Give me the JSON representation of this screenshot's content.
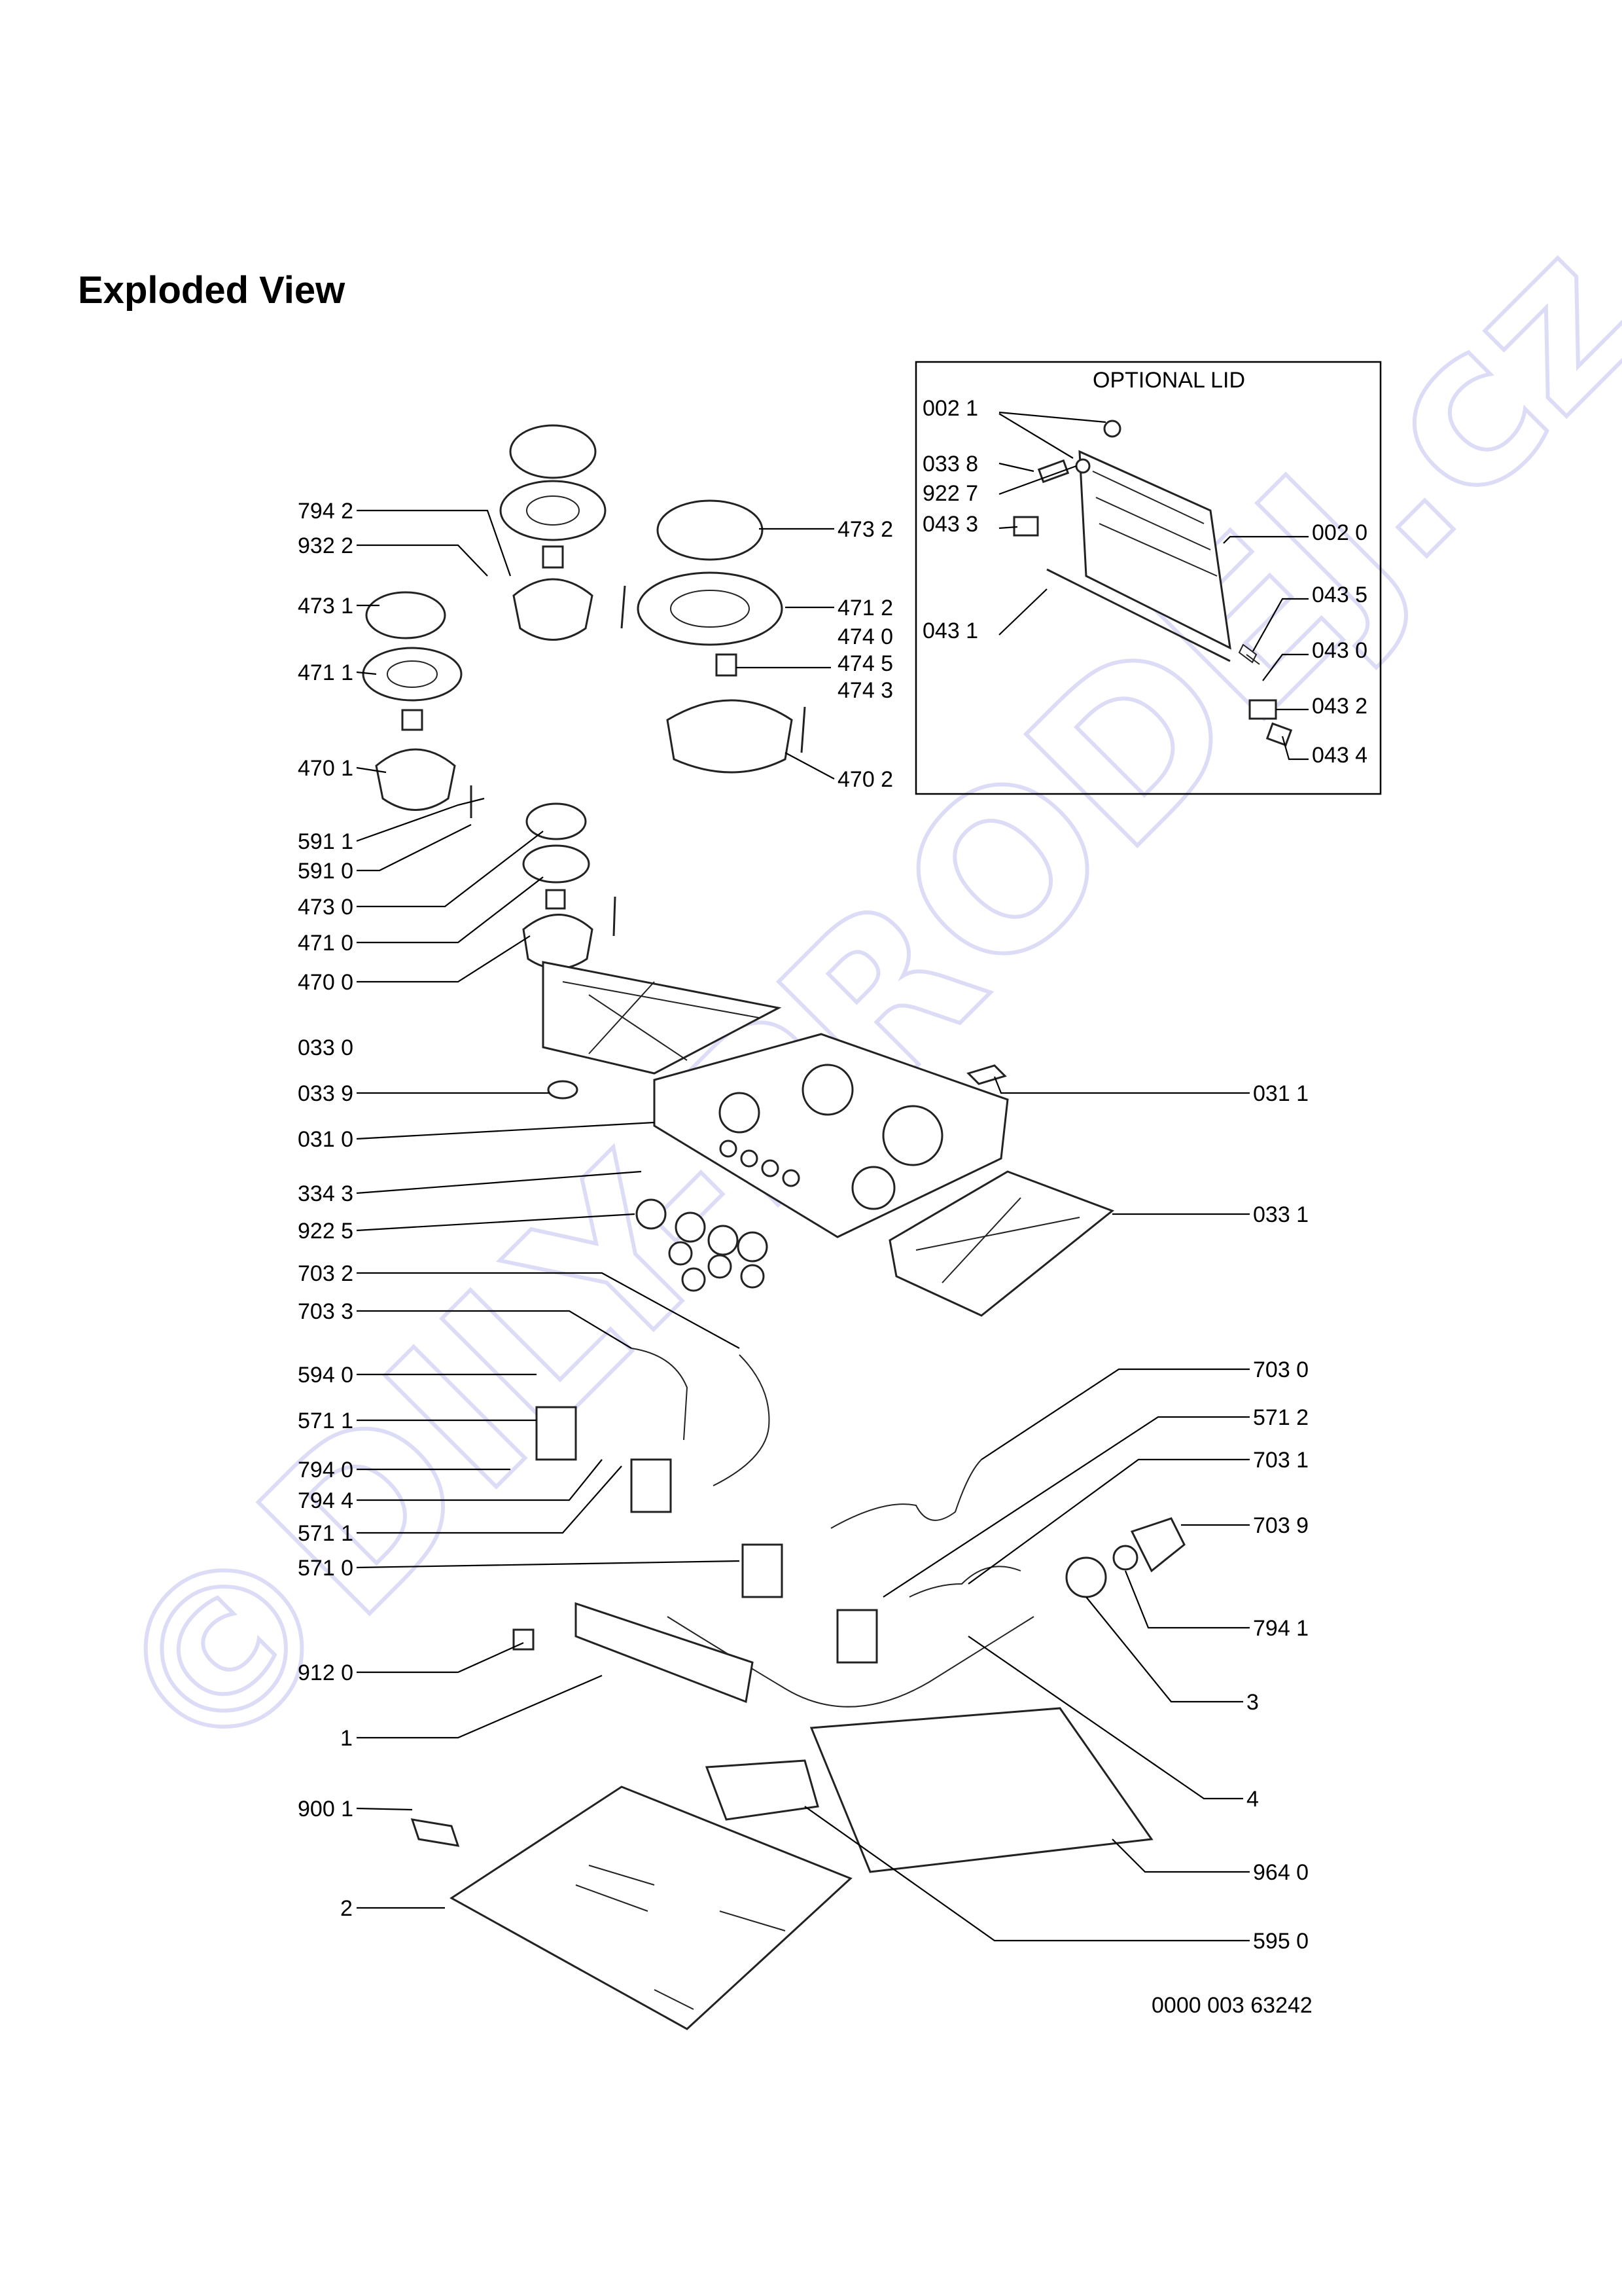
{
  "title": "Exploded View",
  "optional_lid": {
    "title": "OPTIONAL LID",
    "labels": [
      "002 1",
      "033 8",
      "922 7",
      "043 3",
      "043 1",
      "002 0",
      "043 5",
      "043 0",
      "043 2",
      "043 4"
    ]
  },
  "part_labels": [
    "794 2",
    "932 2",
    "473 1",
    "471 1",
    "470 1",
    "591 1",
    "591 0",
    "473 0",
    "471 0",
    "470 0",
    "473 2",
    "471 2",
    "474 0",
    "474 5",
    "474 3",
    "470 2",
    "033 0",
    "033 9",
    "031 0",
    "334 3",
    "922 5",
    "031 1",
    "033 1",
    "703 2",
    "703 3",
    "594 0",
    "571 1",
    "794 0",
    "794 4",
    "571 1",
    "571 0",
    "703 0",
    "571 2",
    "703 1",
    "703 9",
    "794 1",
    "3",
    "912 0",
    "1",
    "4",
    "900 1",
    "2",
    "964 0",
    "595 0"
  ],
  "drawing_number": "0000 003 63242",
  "watermark": "©DILY-PRODEJ.cz",
  "colors": {
    "ink": "#000000",
    "watermark": "#dcdcf7"
  }
}
